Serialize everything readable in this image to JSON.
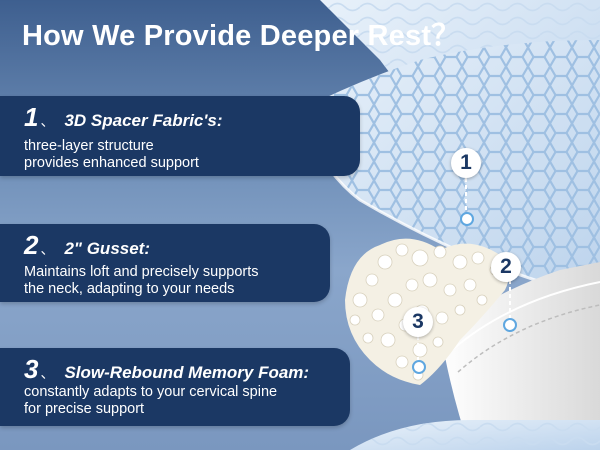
{
  "headline": "How We Provide Deeper Rest？",
  "features": [
    {
      "number": "1",
      "separator": "、",
      "title": "3D Spacer Fabric's:",
      "line1": "three-layer structure",
      "line2": "provides enhanced support"
    },
    {
      "number": "2",
      "separator": "、",
      "title": "2\" Gusset:",
      "line1": "Maintains loft and precisely supports",
      "line2": "the neck, adapting to your needs"
    },
    {
      "number": "3",
      "separator": "、",
      "title": "Slow-Rebound Memory Foam:",
      "line1": "constantly adapts to your cervical spine",
      "line2": "for precise support"
    }
  ],
  "callouts": [
    "1",
    "2",
    "3"
  ]
}
